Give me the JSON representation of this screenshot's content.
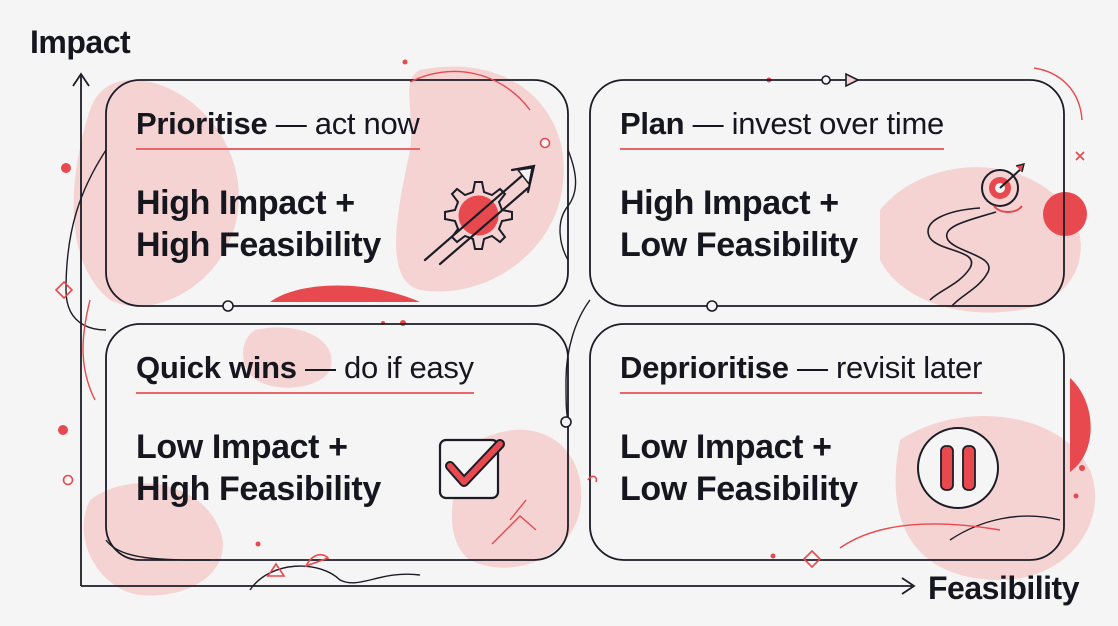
{
  "axes": {
    "y_label": "Impact",
    "x_label": "Feasibility"
  },
  "quadrants": [
    {
      "id": "prioritise",
      "title": "Prioritise",
      "dash": "—",
      "action": "act now",
      "line1": "High Impact +",
      "line2": "High Feasibility",
      "icon": "gear-arrow-icon"
    },
    {
      "id": "plan",
      "title": "Plan",
      "dash": "—",
      "action": "invest over time",
      "line1": "High Impact +",
      "line2": "Low Feasibility",
      "icon": "target-path-icon"
    },
    {
      "id": "quick-wins",
      "title": "Quick wins",
      "dash": "—",
      "action": "do if easy",
      "line1": "Low Impact +",
      "line2": "High Feasibility",
      "icon": "checkbox-icon"
    },
    {
      "id": "deprioritise",
      "title": "Deprioritise",
      "dash": "—",
      "action": "revisit later",
      "line1": "Low Impact +",
      "line2": "Low Feasibility",
      "icon": "pause-icon"
    }
  ],
  "colors": {
    "accent": "#e8494f",
    "blob": "#f6d3d3",
    "ink": "#16161f",
    "background": "#f6f5f5"
  }
}
